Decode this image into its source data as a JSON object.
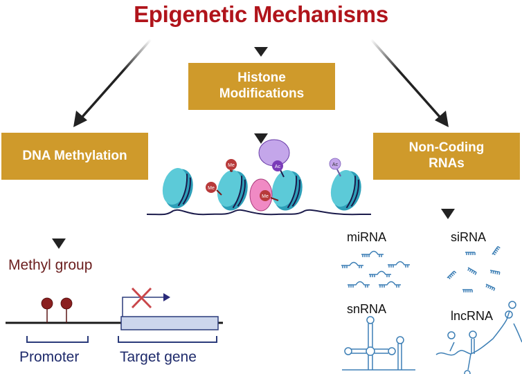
{
  "title": "Epigenetic Mechanisms",
  "boxes": {
    "histone": "Histone\nModifications",
    "dna": "DNA Methylation",
    "ncrna": "Non-Coding\nRNAs"
  },
  "histone_marks": {
    "methyl": "Me",
    "acetyl": "Ac"
  },
  "dna_section": {
    "methyl_group": "Methyl group",
    "promoter": "Promoter",
    "target_gene": "Target gene"
  },
  "rna_types": {
    "mirna": "miRNA",
    "sirna": "siRNA",
    "snrna": "snRNA",
    "lncrna": "lncRNA"
  },
  "colors": {
    "title": "#b0141b",
    "box": "#cf9a2b",
    "nucleosome": "#3bb6cc",
    "methyl": "#b83a3a",
    "acetyl": "#8a5cc4",
    "rna": "#3d7fb5",
    "inhibit": "#c9464a"
  }
}
